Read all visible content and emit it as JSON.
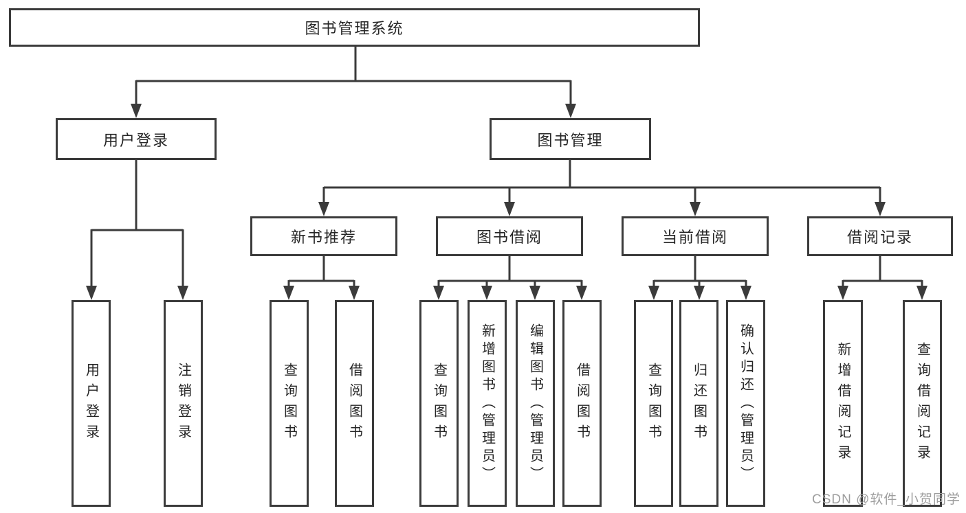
{
  "diagram": {
    "title": "图书管理系统",
    "root": {
      "label": "图书管理系统",
      "children": [
        {
          "label": "用户登录",
          "children": [
            {
              "label": "用户登录"
            },
            {
              "label": "注销登录"
            }
          ]
        },
        {
          "label": "图书管理",
          "children": [
            {
              "label": "新书推荐",
              "children": [
                {
                  "label": "查询图书"
                },
                {
                  "label": "借阅图书"
                }
              ]
            },
            {
              "label": "图书借阅",
              "children": [
                {
                  "label": "查询图书"
                },
                {
                  "label": "新增图书（管理员）"
                },
                {
                  "label": "编辑图书（管理员）"
                },
                {
                  "label": "借阅图书"
                }
              ]
            },
            {
              "label": "当前借阅",
              "children": [
                {
                  "label": "查询图书"
                },
                {
                  "label": "归还图书"
                },
                {
                  "label": "确认归还（管理员）"
                }
              ]
            },
            {
              "label": "借阅记录",
              "children": [
                {
                  "label": "新增借阅记录"
                },
                {
                  "label": "查询借阅记录"
                }
              ]
            }
          ]
        }
      ]
    }
  },
  "watermark": {
    "text": "CSDN @软件_小贺同学"
  },
  "colors": {
    "line": "#3b3b3b",
    "box_border": "#3b3b3b",
    "text": "#262626",
    "watermark": "#9e9e9e",
    "background": "#ffffff"
  }
}
